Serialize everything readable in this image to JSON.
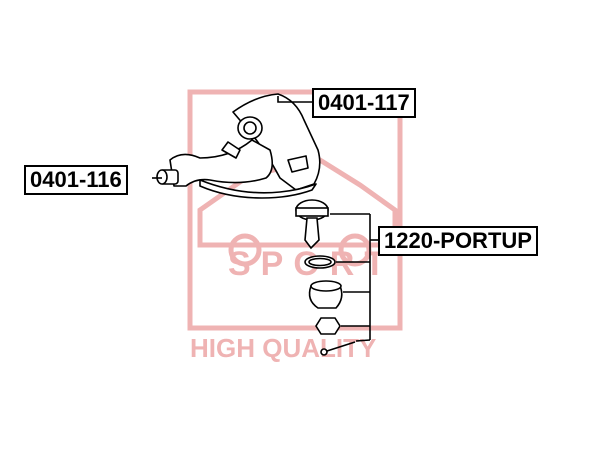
{
  "labels": {
    "upper_arm": "0401-117",
    "bushing": "0401-116",
    "ball_joint_kit": "1220-PORTUP"
  },
  "watermark": {
    "brand": "SPORT",
    "tagline": "HIGH QUALITY",
    "color": "#e9a3a3"
  },
  "colors": {
    "line": "#000000",
    "background": "#ffffff"
  }
}
